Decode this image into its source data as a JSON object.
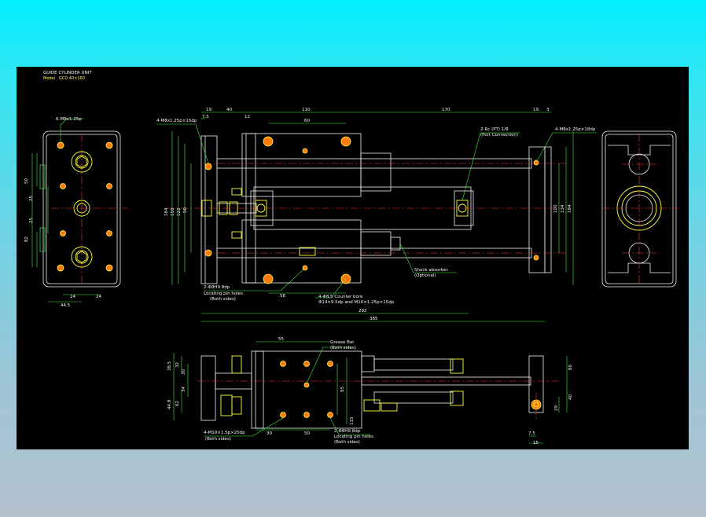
{
  "header": {
    "title": "GUIDE CYLINDER UNIT",
    "model_label": "Model",
    "model": "GCD 40×160"
  },
  "callouts": {
    "front_holes": "6-M8x1.25p",
    "top_left_holes": "4-M8x1.25p×15dp",
    "top_right_holes": "4-M8x1.25p×18dp",
    "port": "2-Rc (PT) 1/8",
    "port_note": "(Port Connection)",
    "pin_hole_top": "2-Φ8H9 8dp",
    "pin_hole_top_note": "Locating pin holes",
    "pin_hole_top_sub": "(Both sides)",
    "mount_holes_top": "4-Φ8.5 Counter bore",
    "mount_holes_top_2": "Φ14×9.5dp and M10×1.25p×15dp",
    "absorber": "Shock absorber",
    "absorber_note": "(Optional)",
    "grease": "Grease Bar",
    "grease_note": "(Both sides)",
    "mount_holes_side": "4-M10×1.5p×20dp",
    "mount_holes_side_note": "(Both sides)",
    "pin_hole_side": "2-Φ8H9 8dp",
    "pin_hole_side_note": "Locating pin holes",
    "pin_hole_side_sub": "(Both sides)"
  },
  "dims": {
    "top": {
      "d19a": "19",
      "d7_5a": "7.5",
      "d40": "40",
      "d12": "12",
      "d110": "110",
      "d60": "60",
      "d170": "170",
      "d19b": "19",
      "d3": "3",
      "h164": "164",
      "h150": "150",
      "h122": "122",
      "h90": "90",
      "h100": "100",
      "h134": "134",
      "h184": "184",
      "d58": "58",
      "d292": "292",
      "d385": "385"
    },
    "front": {
      "v50": "50",
      "v25a": "25",
      "v25b": "25",
      "v82": "82",
      "h24a": "24",
      "h24b": "24",
      "h44_5": "44.5"
    },
    "side": {
      "d55": "55",
      "v38_5": "38.5",
      "v32": "32",
      "v30": "30",
      "v44_8": "44.8",
      "v62": "62",
      "v34": "34",
      "d85": "85",
      "d115": "115",
      "d30": "30",
      "d50": "50",
      "v80": "80",
      "v40": "40",
      "v29": "29",
      "d7_5": "7.5",
      "d15": "15"
    }
  },
  "colors": {
    "page_top": "#00f0ff",
    "page_bottom": "#b3c0cc",
    "canvas": "#000000",
    "outline": "#f2f2f2",
    "part": "#ffff40",
    "dimension": "#3cf03c",
    "centerline": "#ff3b3b"
  }
}
